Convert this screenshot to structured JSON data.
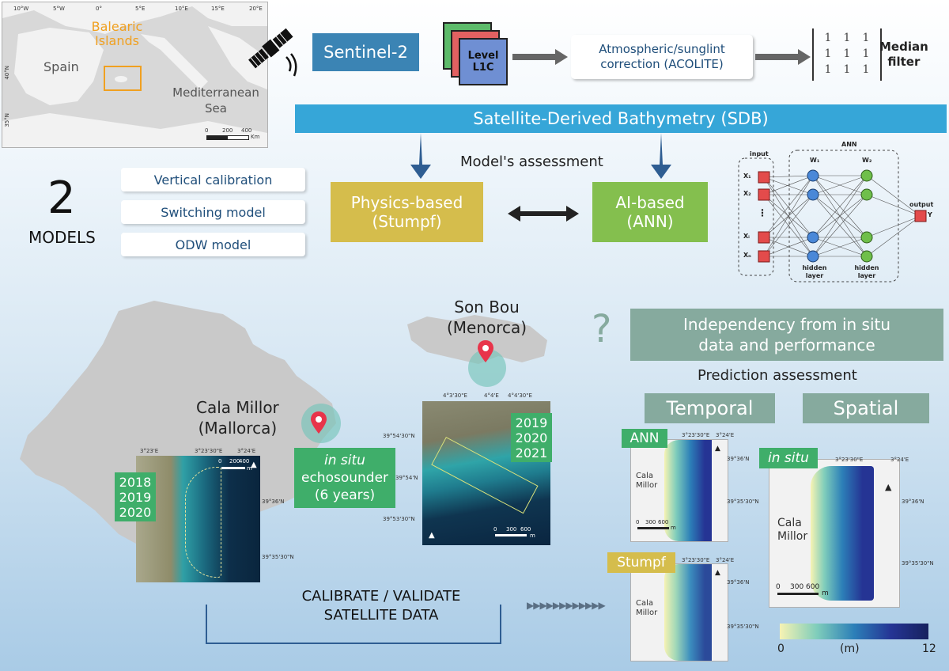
{
  "inset_map": {
    "lon_labels": [
      "10°W",
      "5°W",
      "0°",
      "5°E",
      "10°E",
      "15°E",
      "20°E"
    ],
    "lat_labels": [
      "40°N",
      "35°N"
    ],
    "balearic_label": "Balearic Islands",
    "spain_label": "Spain",
    "sea_label": "Mediterranean Sea",
    "scale_labels": [
      "0",
      "200",
      "400"
    ],
    "scale_unit": "Km"
  },
  "pipeline": {
    "sentinel": "Sentinel-2",
    "level_line1": "Level",
    "level_line2": "L1C",
    "acolite_line1": "Atmospheric/sunglint",
    "acolite_line2": "correction (ACOLITE)",
    "filter_label_line1": "Median",
    "filter_label_line2": "filter",
    "filter_matrix": [
      "1",
      "1",
      "1",
      "1",
      "1",
      "1",
      "1",
      "1",
      "1"
    ]
  },
  "sdb_label": "Satellite-Derived Bathymetry (SDB)",
  "models": {
    "count": "2",
    "label": "MODELS",
    "items": [
      "Vertical calibration",
      "Switching model",
      "ODW model"
    ],
    "assessment": "Model's assessment",
    "physics_line1": "Physics-based",
    "physics_line2": "(Stumpf)",
    "ai_line1": "AI-based",
    "ai_line2": "(ANN)"
  },
  "ann": {
    "title": "ANN",
    "input": "input",
    "output": "output",
    "w1": "W₁",
    "w2": "W₂",
    "inputs": [
      "X₁",
      "X₂",
      "⋮",
      "Xᵢ",
      "Xₙ"
    ],
    "y": "Y",
    "hidden1": "hidden layer",
    "hidden2": "hidden layer"
  },
  "sites": {
    "son_bou_line1": "Son Bou",
    "son_bou_line2": "(Menorca)",
    "cala_millor_line1": "Cala Millor",
    "cala_millor_line2": "(Mallorca)",
    "cala_years": [
      "2018",
      "2019",
      "2020"
    ],
    "son_years": [
      "2019",
      "2020",
      "2021"
    ],
    "insitu_line1": "in situ",
    "insitu_line2": "echosounder",
    "insitu_line3": "(6 years)",
    "cala_lon_labels": [
      "3°23'E",
      "3°23'30\"E",
      "3°24'E"
    ],
    "cala_lat_labels": [
      "39°36'N",
      "39°35'30\"N"
    ],
    "cala_scale": [
      "0",
      "200",
      "400"
    ],
    "cala_scale_unit": "m",
    "son_lon_labels": [
      "4°3'30\"E",
      "4°4'E",
      "4°4'30\"E"
    ],
    "son_lat_labels": [
      "39°54'30\"N",
      "39°54'N",
      "39°53'30\"N"
    ],
    "son_scale": [
      "0",
      "300",
      "600"
    ],
    "son_scale_unit": "m",
    "calibrate_line1": "CALIBRATE / VALIDATE",
    "calibrate_line2": "SATELLITE DATA"
  },
  "question_mark": "?",
  "independency_line1": "Independency from in situ",
  "independency_line2": "data and performance",
  "prediction_assessment": "Prediction assessment",
  "temporal": "Temporal",
  "spatial": "Spatial",
  "panels": {
    "ann_tag": "ANN",
    "stumpf_tag": "Stumpf",
    "insitu_tag": "in situ",
    "cala_label_line1": "Cala",
    "cala_label_line2": "Millor",
    "small_lon": [
      "3°23'30\"E",
      "3°24'E"
    ],
    "small_lat": [
      "39°36'N",
      "39°35'30\"N"
    ],
    "small_scale": [
      "0",
      "300",
      "600"
    ],
    "small_unit": "m",
    "big_lon": [
      "3°23'30\"E",
      "3°24'E"
    ],
    "big_lat": [
      "39°36'N",
      "39°35'30\"N"
    ],
    "big_scale": [
      "0",
      "300",
      "600"
    ],
    "big_unit": "m"
  },
  "colorbar": {
    "min": "0",
    "unit": "(m)",
    "max": "12",
    "colors": [
      "#f7f3b3",
      "#7fcdbb",
      "#2c7fb8",
      "#253494",
      "#17215e"
    ]
  }
}
